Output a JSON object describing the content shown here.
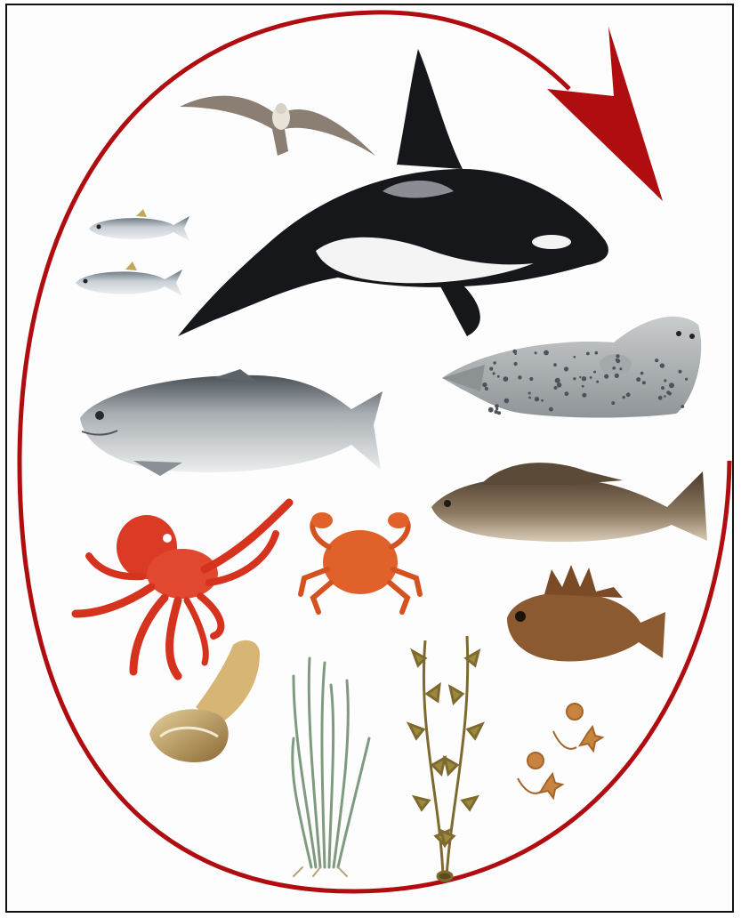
{
  "diagram": {
    "kind": "marine food web (Salish Sea)",
    "cycle_arrow": {
      "color": "#b00d10",
      "direction": "clockwise"
    },
    "frame_border_color": "#111111",
    "organisms": [
      {
        "id": "gull",
        "icon": "seabird-icon"
      },
      {
        "id": "orca",
        "icon": "orca-icon"
      },
      {
        "id": "herring-1",
        "icon": "herring-icon"
      },
      {
        "id": "herring-2",
        "icon": "herring-icon"
      },
      {
        "id": "harbor-seal",
        "icon": "seal-icon"
      },
      {
        "id": "salmon",
        "icon": "salmon-icon"
      },
      {
        "id": "lingcod",
        "icon": "lingcod-icon"
      },
      {
        "id": "octopus",
        "icon": "octopus-icon"
      },
      {
        "id": "crab",
        "icon": "crab-icon"
      },
      {
        "id": "rockfish",
        "icon": "rockfish-icon"
      },
      {
        "id": "geoduck",
        "icon": "geoduck-clam-icon"
      },
      {
        "id": "eelgrass",
        "icon": "eelgrass-icon"
      },
      {
        "id": "kelp",
        "icon": "kelp-icon"
      },
      {
        "id": "plankton",
        "icon": "zooplankton-icon"
      }
    ]
  }
}
